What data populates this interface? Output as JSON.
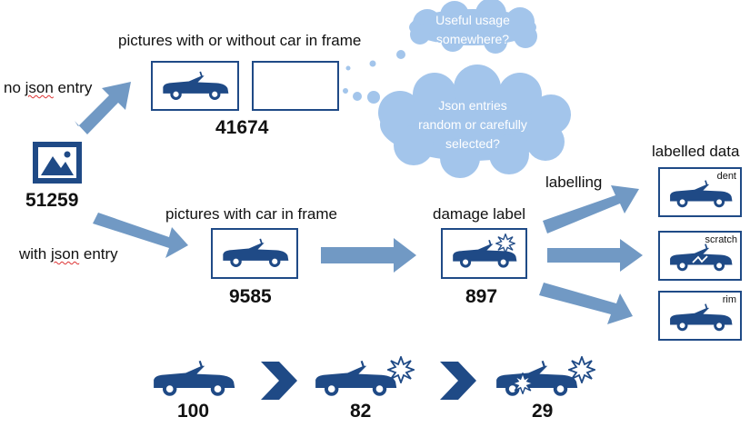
{
  "source": {
    "count": "51259",
    "icon": "image-icon"
  },
  "branch_no_json": {
    "label_pre": "no ",
    "label_word": "json",
    "label_post": " entry"
  },
  "branch_with_json": {
    "label_pre": "with ",
    "label_word": "json",
    "label_post": " entry"
  },
  "group_any": {
    "title": "pictures with or without car in frame",
    "count": "41674"
  },
  "group_car": {
    "title": "pictures with car in frame",
    "count": "9585"
  },
  "group_damage": {
    "title": "damage label",
    "count": "897"
  },
  "labelling": {
    "label": "labelling"
  },
  "labelled": {
    "title": "labelled data",
    "items": [
      {
        "tag": "dent"
      },
      {
        "tag": "scratch"
      },
      {
        "tag": "rim"
      }
    ]
  },
  "clouds": {
    "useful": {
      "line1": "Useful usage",
      "line2": "somewhere?"
    },
    "json": {
      "line1": "Json entries",
      "line2": "random or carefully",
      "line3": "selected?"
    }
  },
  "funnel": [
    {
      "count": "100"
    },
    {
      "count": "82"
    },
    {
      "count": "29"
    }
  ],
  "colors": {
    "navy": "#1f4a86",
    "arrow": "#7199c4",
    "cloud": "#a3c5eb"
  }
}
